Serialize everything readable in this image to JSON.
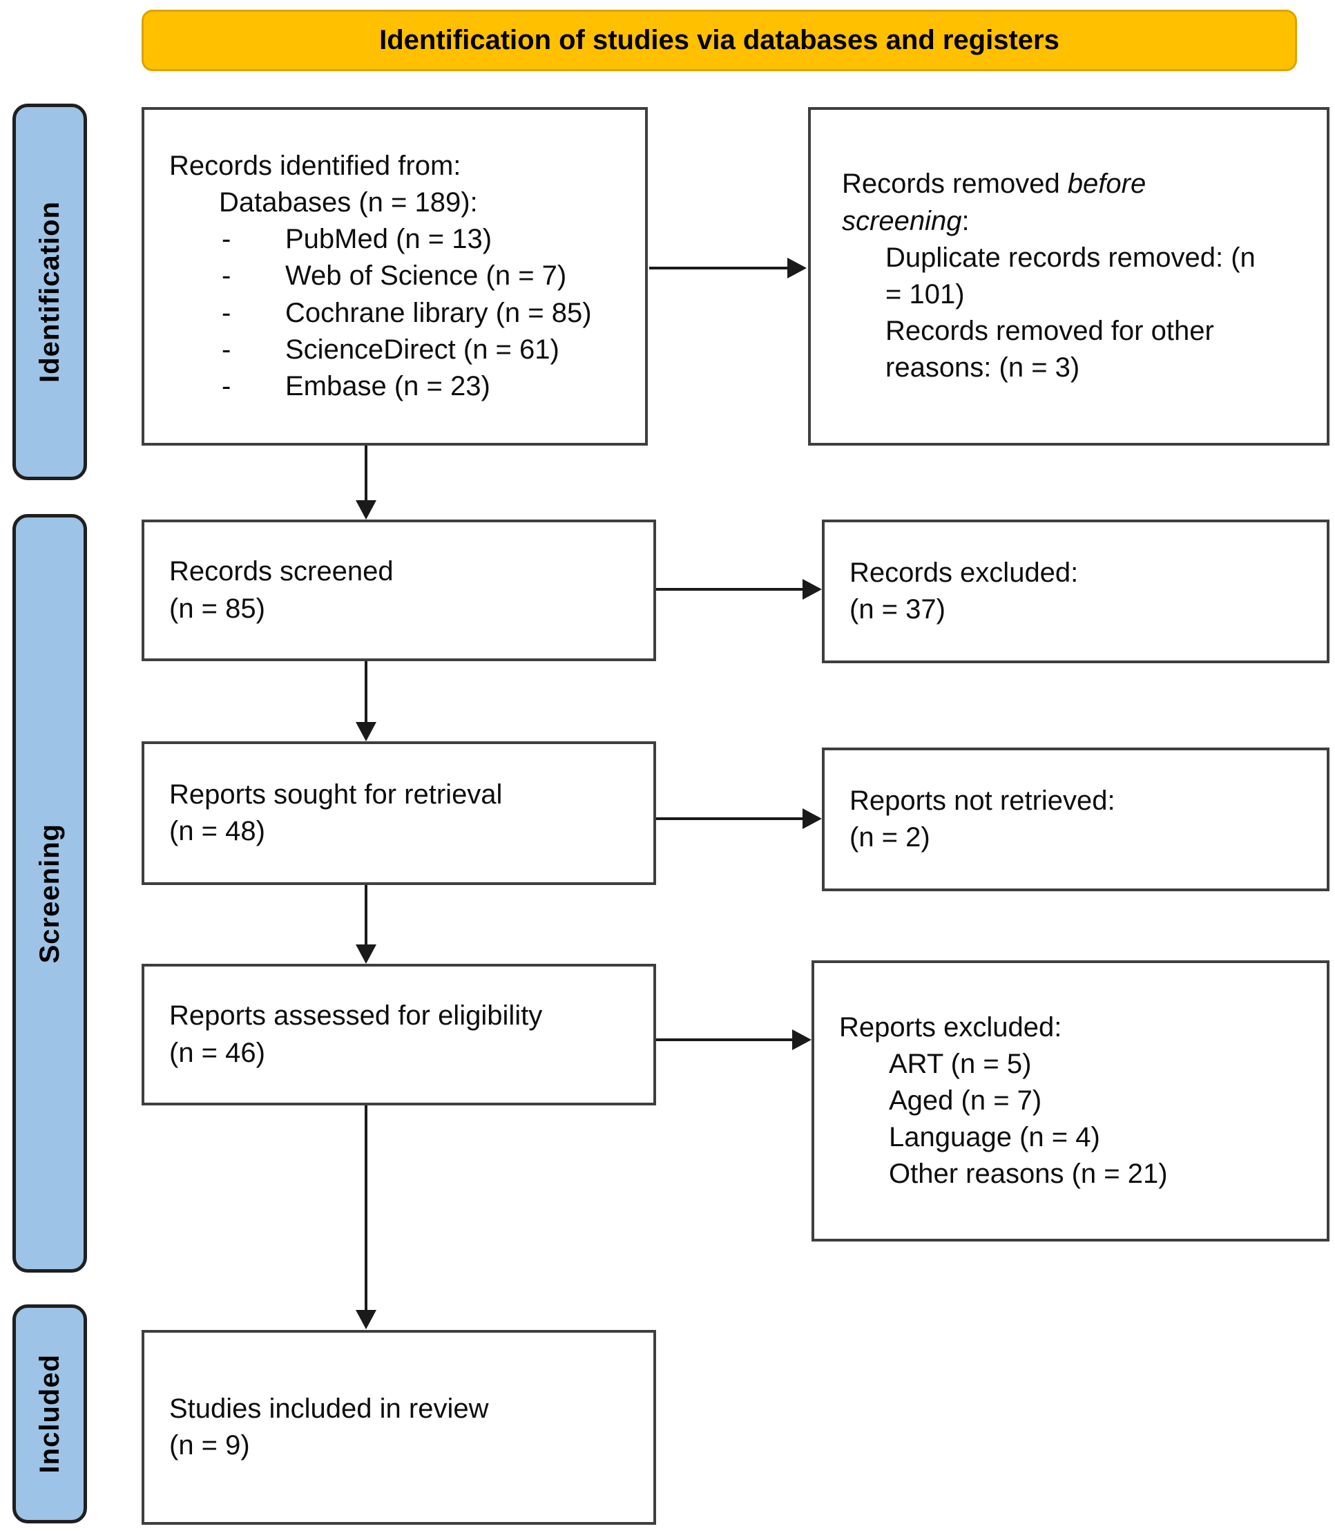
{
  "header": {
    "banner": "Identification of studies via databases and registers",
    "banner_color": "#FFC000"
  },
  "stages": [
    {
      "label": "Identification"
    },
    {
      "label": "Screening"
    },
    {
      "label": "Included"
    }
  ],
  "stage_color": "#9DC3E6",
  "boxes": {
    "identified": {
      "title": "Records identified from:",
      "subtitle": "Databases (n = 189):",
      "bullet": "-",
      "items": [
        "PubMed (n = 13)",
        "Web of Science (n = 7)",
        "Cochrane library (n = 85)",
        "ScienceDirect (n = 61)",
        "Embase (n = 23)"
      ]
    },
    "removed": {
      "title_prefix": "Records removed ",
      "title_italic": "before screening",
      "title_suffix": ":",
      "items": [
        "Duplicate records removed: (n = 101)",
        "Records removed for other reasons: (n = 3)"
      ]
    },
    "screened": {
      "line1": "Records screened",
      "line2": "(n = 85)"
    },
    "records_excluded": {
      "line1": "Records excluded:",
      "line2": "(n = 37)"
    },
    "sought": {
      "line1": "Reports sought for retrieval",
      "line2": "(n = 48)"
    },
    "not_retrieved": {
      "line1": "Reports not retrieved:",
      "line2": "(n = 2)"
    },
    "assessed": {
      "line1": "Reports assessed for eligibility",
      "line2": "(n = 46)"
    },
    "reports_excluded": {
      "title": "Reports excluded:",
      "items": [
        "ART (n = 5)",
        "Aged (n = 7)",
        "Language (n = 4)",
        "Other reasons (n = 21)"
      ]
    },
    "included": {
      "line1": "Studies included in review",
      "line2": "(n = 9)"
    }
  }
}
